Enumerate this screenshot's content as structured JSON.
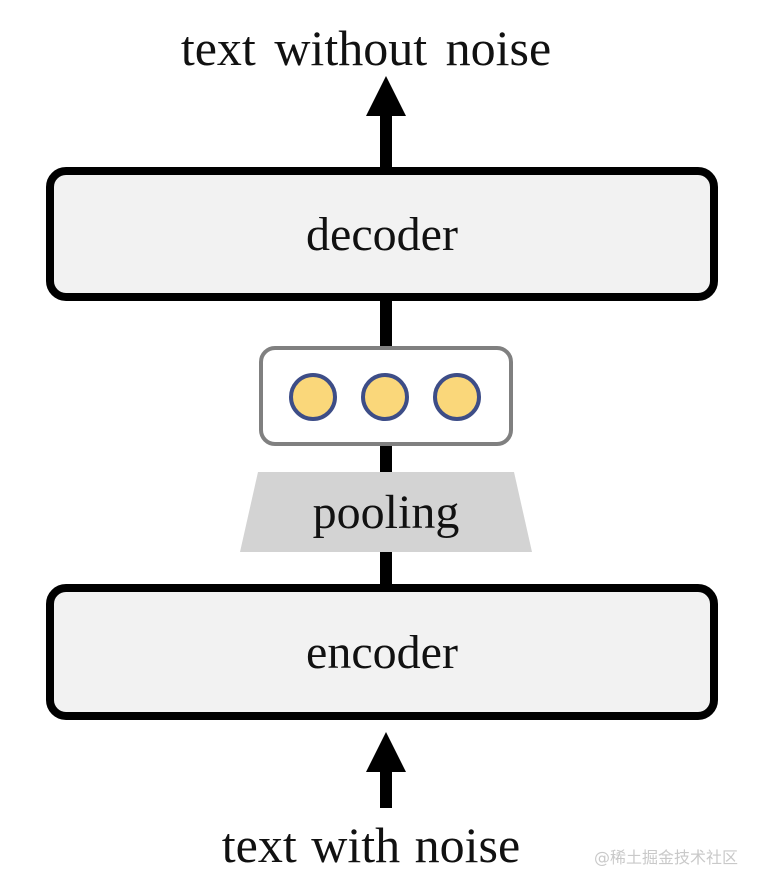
{
  "top_label": "text without noise",
  "bottom_label": "text with noise",
  "decoder": {
    "label": "decoder"
  },
  "encoder": {
    "label": "encoder"
  },
  "pooling": {
    "label": "pooling"
  },
  "embedding": {
    "dot_count": 3
  },
  "watermark": "@稀土掘金技术社区",
  "colors": {
    "box_fill": "#f2f2f2",
    "box_border": "#000000",
    "pooling_fill": "#d3d3d3",
    "embedding_border": "#808080",
    "dot_fill": "#fad77a",
    "dot_border": "#3d4d87",
    "arrow": "#000000"
  },
  "icons": {
    "up_arrow": "arrow-up-icon"
  }
}
